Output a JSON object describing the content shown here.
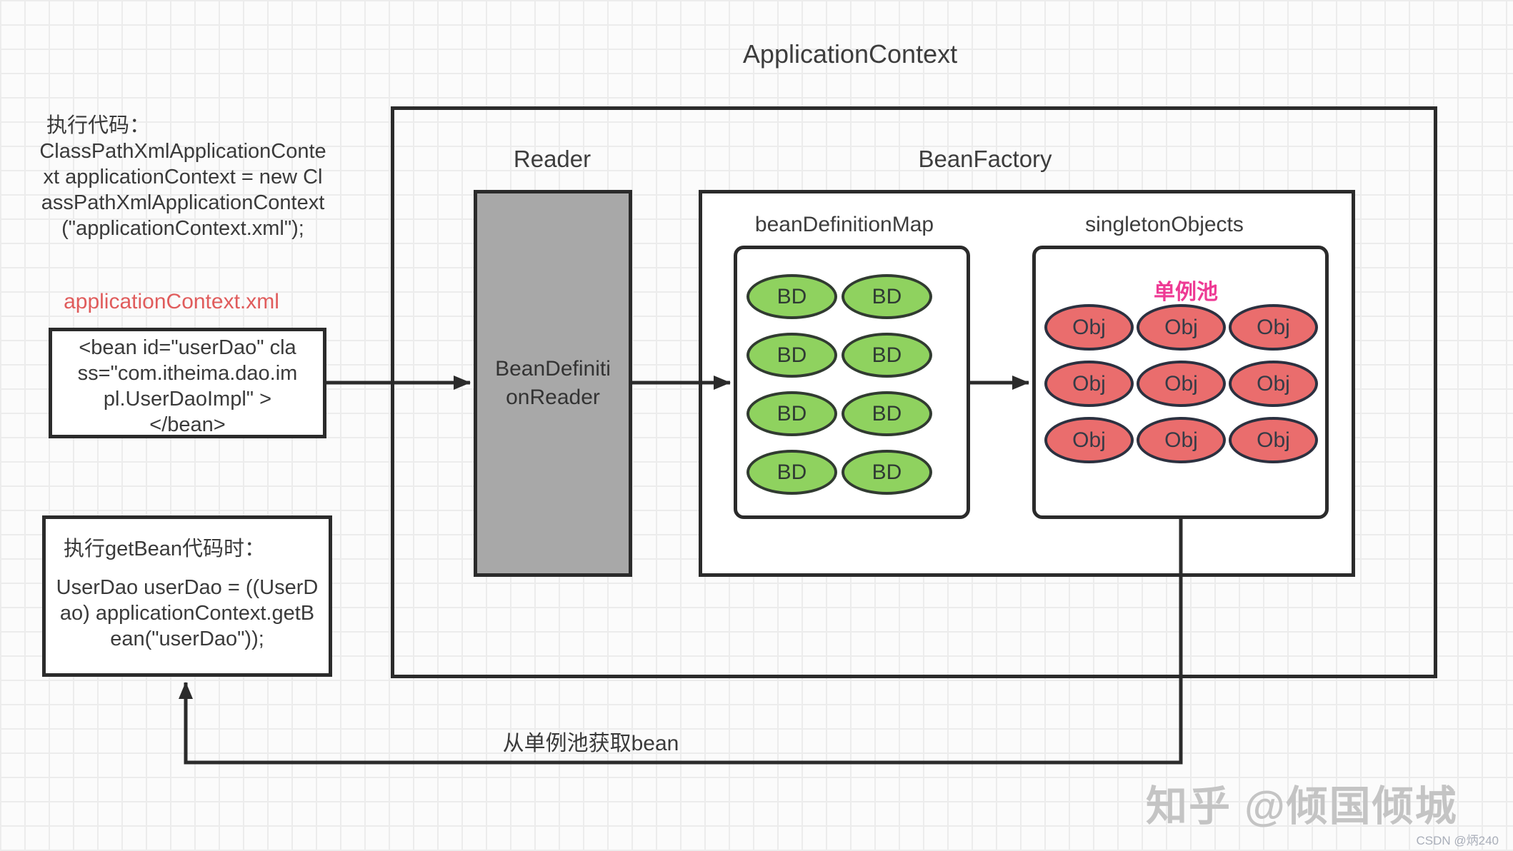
{
  "title": "ApplicationContext",
  "left_panel": {
    "exec_label": "执行代码：",
    "exec_code_lines": [
      "ClassPathXmlApplicationConte",
      "xt applicationContext = new Cl",
      "assPathXmlApplicationContext",
      "(\"applicationContext.xml\");"
    ],
    "xml_file_label": "applicationContext.xml",
    "bean_xml_lines": [
      "<bean id=\"userDao\" cla",
      "ss=\"com.itheima.dao.im",
      "pl.UserDaoImpl\" >",
      "</bean>"
    ],
    "getbean_label": "执行getBean代码时：",
    "getbean_code_lines": [
      "UserDao userDao = ((UserD",
      "ao) applicationContext.getB",
      "ean(\"userDao\"));"
    ]
  },
  "diagram": {
    "reader_label": "Reader",
    "reader_box_line1": "BeanDefiniti",
    "reader_box_line2": "onReader",
    "bean_factory_label": "BeanFactory",
    "bean_definition_map": {
      "label": "beanDefinitionMap",
      "item_label": "BD",
      "item_count": 8
    },
    "singleton_objects": {
      "label": "singletonObjects",
      "pool_label": "单例池",
      "item_label": "Obj",
      "item_count": 9
    },
    "bottom_arrow_label": "从单例池获取bean"
  },
  "watermarks": {
    "zhihu": "知乎 @倾国倾城",
    "csdn": "CSDN @炳240"
  },
  "colors": {
    "bd_fill": "#8fd25f",
    "obj_fill": "#ea6d6d",
    "pool_label_pink": "#ee3a94",
    "xml_label_red": "#e05c5c",
    "line_dark": "#2b2b2b",
    "reader_box_gray": "#a8a8a8",
    "grid_line": "#ececec",
    "watermark_gray": "#c4c4c4"
  }
}
